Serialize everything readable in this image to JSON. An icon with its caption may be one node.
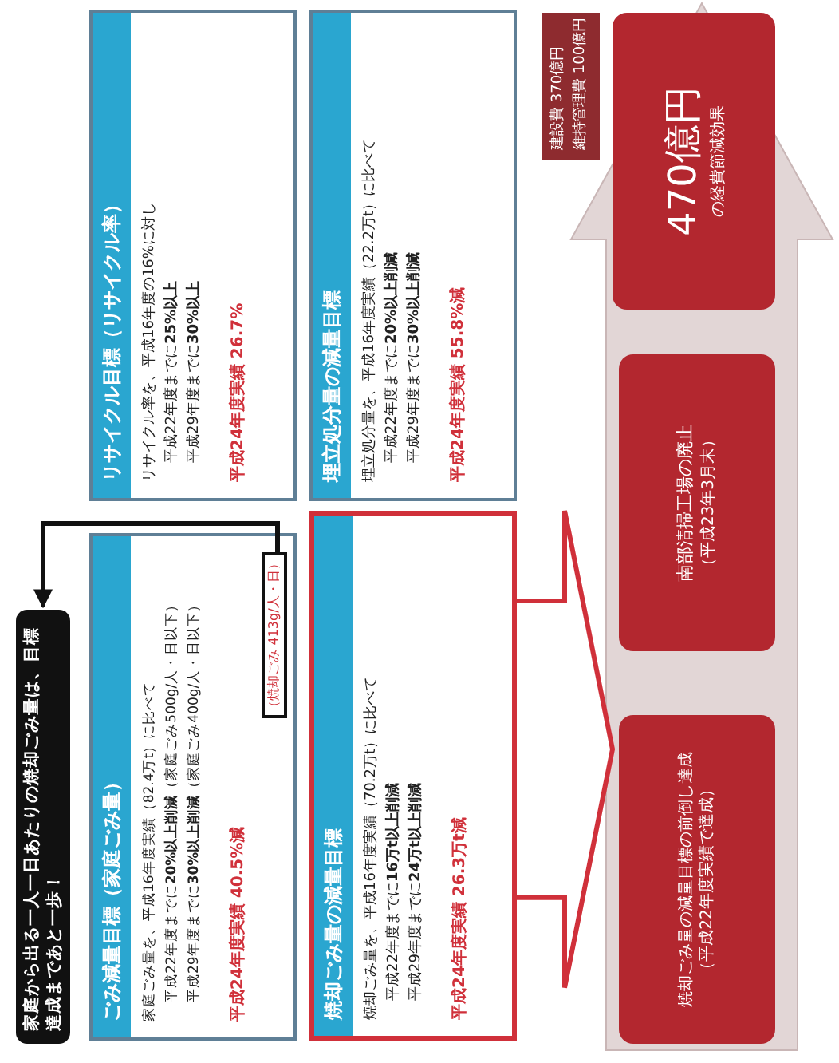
{
  "diagram": {
    "nodes": [
      {
        "text": [
          "家庭から出る一人一日あたりの焼却ごみ量は、目標達成まであと一歩！"
        ]
      },
      {
        "text": [
          "ごみ減量目標（家庭ごみ量）",
          "家庭ごみ量を、平成16年度実績（82.4万t）に比べて",
          "平成22年度までに**20%以上削減**（家庭ごみ500g/人・日以下）",
          "平成29年度までに**30%以上削減**（家庭ごみ400g/人・日以下）",
          "平成24年度実績 40.5%減"
        ]
      },
      {
        "text": [
          "（焼却ごみ 413g/人・日）"
        ],
        "in": 1
      },
      {
        "text": [
          "リサイクル目標（リサイクル率）",
          "リサイクル率を、平成16年度の16%に対し",
          "平成22年度までに**25%以上**",
          "平成29年度までに**30%以上**",
          "平成24年度実績 26.7%"
        ]
      },
      {
        "text": [
          "焼却ごみ量の減量目標",
          "焼却ごみ量を、平成16年度実績（70.2万t）に比べて",
          "平成22年度までに**16万t以上削減**",
          "平成29年度までに**24万t以上削減**",
          "平成24年度実績 26.3万t減"
        ]
      },
      {
        "text": [
          "埋立処分量の減量目標",
          "埋立処分量を、平成16年度実績（22.2万t）に比べて",
          "平成22年度までに**20%以上削減**",
          "平成29年度までに**30%以上削減**",
          "平成24年度実績 55.8%減"
        ]
      },
      {
        "text": [],
        "shape": "arrow"
      },
      {
        "text": [
          "焼却ごみ量の減量目標の前倒し達成",
          "（平成22年度実績で達成）"
        ],
        "in": 6
      },
      {
        "text": [
          "南部清掃工場の廃止",
          "（平成23年3月末）"
        ],
        "in": 6
      },
      {
        "text": [
          "470億円",
          "の経費節減効果"
        ],
        "in": 6
      },
      {
        "text": [
          "建設費 370億円",
          "維持管理費 100億円"
        ]
      }
    ],
    "edges": [
      {
        "from": 2,
        "to": 0,
        "arrow": "to"
      },
      {
        "from": 4,
        "to": 7,
        "arrow": "to",
        "style": "thick",
        "color": "#d0303a"
      }
    ]
  }
}
